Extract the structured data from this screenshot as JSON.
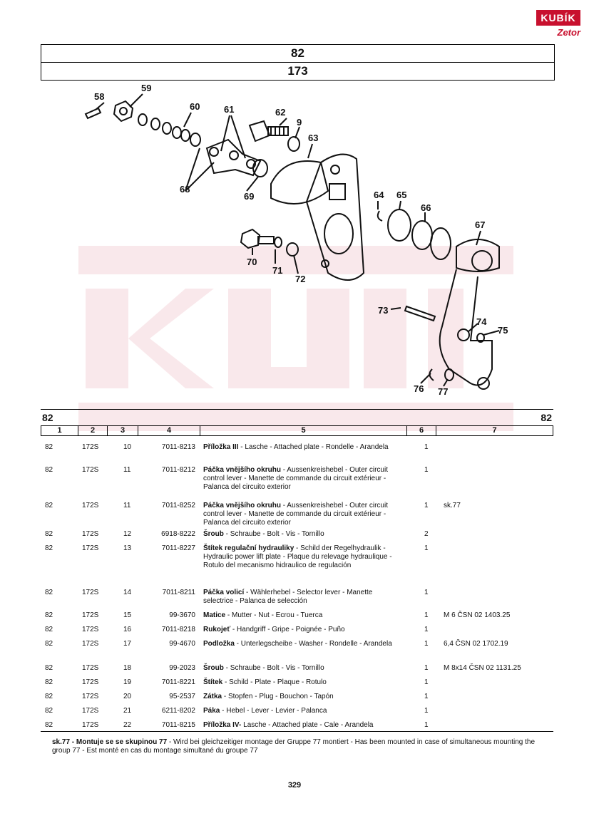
{
  "logo": {
    "brand": "KUBÍK",
    "sub": "Zetor"
  },
  "header": {
    "group": "82",
    "subgroup": "173"
  },
  "diagram_labels": [
    "58",
    "59",
    "60",
    "61",
    "62",
    "9",
    "63",
    "64",
    "65",
    "66",
    "67",
    "68",
    "69",
    "70",
    "71",
    "72",
    "73",
    "74",
    "75",
    "76",
    "77"
  ],
  "table": {
    "group_left": "82",
    "group_right": "82",
    "columns": [
      "1",
      "2",
      "3",
      "4",
      "5",
      "6",
      "7"
    ],
    "rows": [
      {
        "c1": "82",
        "c2": "172S",
        "c3": "10",
        "c4": "7011-8213",
        "name": "Příložka III",
        "desc": " - Lasche - Attached plate - Rondelle - Arandela",
        "qty": "1",
        "note": ""
      },
      {
        "c1": "82",
        "c2": "172S",
        "c3": "11",
        "c4": "7011-8212",
        "name": "Páčka vnějšího okruhu",
        "desc": " - Aussenkreishebel - Outer circuit control lever - Manette de commande du circuit extérieur - Palanca del circuito exterior",
        "qty": "1",
        "note": ""
      },
      {
        "c1": "82",
        "c2": "172S",
        "c3": "11",
        "c4": "7011-8252",
        "name": "Páčka vnějšího okruhu",
        "desc": " - Aussenkreishebel - Outer circuit control lever - Manette de commande du circuit extérieur - Palanca del circuito exterior",
        "qty": "1",
        "note": "sk.77"
      },
      {
        "c1": "82",
        "c2": "172S",
        "c3": "12",
        "c4": "6918-8222",
        "name": "Šroub",
        "desc": " - Schraube - Bolt - Vis - Tornillo",
        "qty": "2",
        "note": ""
      },
      {
        "c1": "82",
        "c2": "172S",
        "c3": "13",
        "c4": "7011-8227",
        "name": "Štítek regulační hydrauliky",
        "desc": " - Schild der Regelhydraulik - Hydraulic power lift plate - Plaque du relevage hydraulique - Rotulo del mecanismo hidraulico de regulación",
        "qty": "1",
        "note": ""
      },
      {
        "c1": "82",
        "c2": "172S",
        "c3": "14",
        "c4": "7011-8211",
        "name": "Páčka volicí",
        "desc": " - Wählerhebel - Selector lever - Manette selectrice - Palanca de selección",
        "qty": "1",
        "note": ""
      },
      {
        "c1": "82",
        "c2": "172S",
        "c3": "15",
        "c4": "99-3670",
        "name": "Matice",
        "desc": " - Mutter - Nut - Ecrou - Tuerca",
        "qty": "1",
        "note": "M 6 ČSN 02 1403.25"
      },
      {
        "c1": "82",
        "c2": "172S",
        "c3": "16",
        "c4": "7011-8218",
        "name": "Rukojeť",
        "desc": " - Handgriff - Gripe - Poignée - Puño",
        "qty": "1",
        "note": ""
      },
      {
        "c1": "82",
        "c2": "172S",
        "c3": "17",
        "c4": "99-4670",
        "name": "Podložka",
        "desc": " - Unterlegscheibe - Washer - Rondelle - Arandela",
        "qty": "1",
        "note": "6,4 ČSN 02 1702.19"
      },
      {
        "c1": "82",
        "c2": "172S",
        "c3": "18",
        "c4": "99-2023",
        "name": "Šroub",
        "desc": " - Schraube - Bolt - Vis - Tornillo",
        "qty": "1",
        "note": "M 8x14 ČSN 02 1131.25"
      },
      {
        "c1": "82",
        "c2": "172S",
        "c3": "19",
        "c4": "7011-8221",
        "name": "Štítek",
        "desc": " - Schild - Plate - Plaque - Rotulo",
        "qty": "1",
        "note": ""
      },
      {
        "c1": "82",
        "c2": "172S",
        "c3": "20",
        "c4": "95-2537",
        "name": "Zátka",
        "desc": " - Stopfen - Plug - Bouchon - Tapón",
        "qty": "1",
        "note": ""
      },
      {
        "c1": "82",
        "c2": "172S",
        "c3": "21",
        "c4": "6211-8202",
        "name": "Páka",
        "desc": " - Hebel - Lever - Levier - Palanca",
        "qty": "1",
        "note": ""
      },
      {
        "c1": "82",
        "c2": "172S",
        "c3": "22",
        "c4": "7011-8215",
        "name": "Příložka IV-",
        "desc": " Lasche - Attached plate - Cale - Arandela",
        "qty": "1",
        "note": ""
      }
    ]
  },
  "footnote": {
    "bold": "sk.77 - Montuje se se skupinou 77",
    "text": " - Wird bei gleichzeitiger montage der Gruppe 77 montiert - Has been mounted in case of simultaneous mounting the group 77 - Est monté en cas du montage simultané du groupe 77"
  },
  "page_number": "329"
}
